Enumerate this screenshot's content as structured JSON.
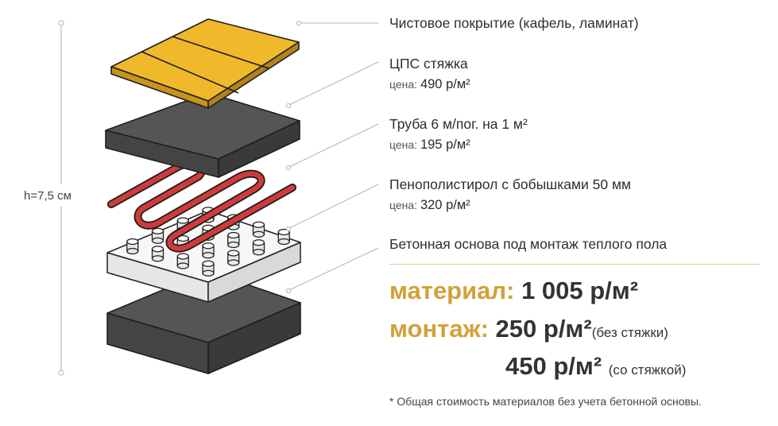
{
  "height_label": "h=7,5 см",
  "layers": [
    {
      "name": "Чистовое покрытие (кафель, ламинат)",
      "price_prefix": "",
      "price_value": ""
    },
    {
      "name": "ЦПС стяжка",
      "price_prefix": "цена:",
      "price_value": "490 р/м²"
    },
    {
      "name": "Труба 6 м/пог. на 1 м²",
      "price_prefix": "цена:",
      "price_value": "195 р/м²"
    },
    {
      "name": "Пенополистирол с бобышками 50 мм",
      "price_prefix": "цена:",
      "price_value": "320 р/м²"
    },
    {
      "name": "Бетонная основа под монтаж теплого пола",
      "price_prefix": "",
      "price_value": ""
    }
  ],
  "totals": {
    "material_label": "материал:",
    "material_value": "1 005 р/м²",
    "install_label": "монтаж:",
    "install_value_1": "250 р/м²",
    "install_note_1": "(без стяжки)",
    "install_value_2": "450 р/м²",
    "install_note_2": "(со стяжкой)"
  },
  "footnote": "* Общая стоимость материалов без учета бетонной основы.",
  "colors": {
    "accent": "#d2a13a",
    "tile": "#f0b92c",
    "slab": "#4d4d4d",
    "pipe": "#cf3b3b",
    "foam": "#f6f6f6",
    "divider": "#e9c98b"
  }
}
